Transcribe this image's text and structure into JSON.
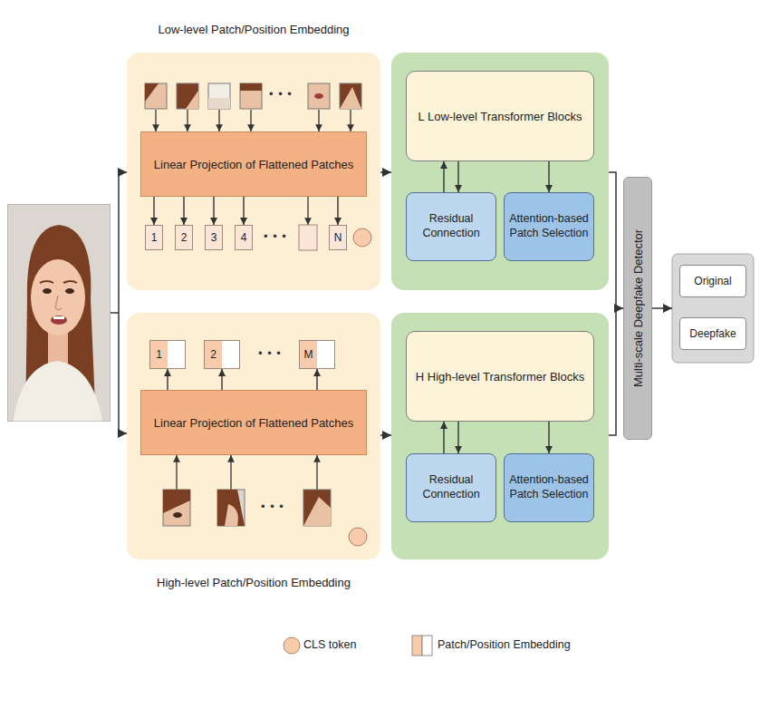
{
  "diagram": {
    "nodes": [
      {
        "text": [
          "Low-level Patch/Position Embedding"
        ]
      },
      {
        "text": [
          "Linear Projection of Flattened Patches"
        ],
        "in": 0
      },
      {
        "text": [
          "1"
        ],
        "in": 0
      },
      {
        "text": [
          "2"
        ],
        "in": 0
      },
      {
        "text": [
          "3"
        ],
        "in": 0
      },
      {
        "text": [
          "4"
        ],
        "in": 0
      },
      {
        "text": [
          "N"
        ],
        "in": 0
      },
      {
        "text": [
          "L Low-level Transformer Blocks"
        ]
      },
      {
        "text": [
          "Residual Connection"
        ]
      },
      {
        "text": [
          "Attention-based Patch Selection"
        ]
      },
      {
        "text": [
          "High-level Patch/Position Embedding"
        ]
      },
      {
        "text": [
          "1"
        ],
        "in": 10
      },
      {
        "text": [
          "2"
        ],
        "in": 10
      },
      {
        "text": [
          "M"
        ],
        "in": 10
      },
      {
        "text": [
          "Linear Projection of Flattened Patches"
        ],
        "in": 10
      },
      {
        "text": [
          "H High-level Transformer Blocks"
        ]
      },
      {
        "text": [
          "Residual Connection"
        ]
      },
      {
        "text": [
          "Attention-based Patch Selection"
        ]
      },
      {
        "text": [
          "Multi-scale Deepfake Detector"
        ]
      },
      {
        "text": [
          "Original"
        ]
      },
      {
        "text": [
          "Deepfake"
        ]
      }
    ],
    "edges": [
      {
        "from": 1,
        "to": 2,
        "arrow": "to"
      },
      {
        "from": 1,
        "to": 3,
        "arrow": "to"
      },
      {
        "from": 1,
        "to": 4,
        "arrow": "to"
      },
      {
        "from": 1,
        "to": 5,
        "arrow": "to"
      },
      {
        "from": 1,
        "to": 6,
        "arrow": "to"
      },
      {
        "from": 7,
        "to": 8,
        "arrow": "to"
      },
      {
        "from": 8,
        "to": 7,
        "arrow": "to"
      },
      {
        "from": 7,
        "to": 9,
        "arrow": "to"
      },
      {
        "from": 14,
        "to": 11,
        "arrow": "to"
      },
      {
        "from": 14,
        "to": 12,
        "arrow": "to"
      },
      {
        "from": 14,
        "to": 13,
        "arrow": "to"
      },
      {
        "from": 15,
        "to": 16,
        "arrow": "to"
      },
      {
        "from": 16,
        "to": 15,
        "arrow": "to"
      },
      {
        "from": 15,
        "to": 17,
        "arrow": "to"
      }
    ],
    "labels": [
      "• • •",
      "• • •",
      "• • •",
      "• • •"
    ],
    "legend": [
      {
        "text": "CLS token"
      },
      {
        "text": "Patch/Position Embedding"
      }
    ]
  }
}
